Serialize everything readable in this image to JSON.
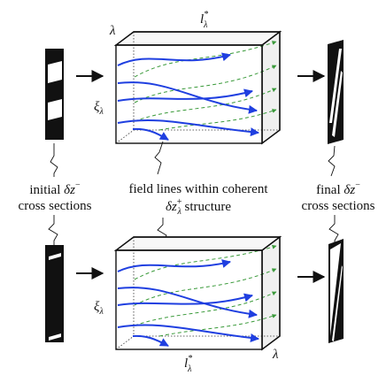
{
  "labels": {
    "initial_line1_text": "initial ",
    "initial_line1_sym": "δz",
    "initial_line1_sup": "−",
    "initial_line2": "cross sections",
    "field_line1": "field lines within coherent",
    "field_line2_sym": "δz",
    "field_line2_sup": "+",
    "field_line2_sub": "λ",
    "field_line2_text": " structure",
    "final_line1_text": "final ",
    "final_line1_sym": "δz",
    "final_line1_sup": "−",
    "final_line2": "cross sections"
  },
  "symbols": {
    "top_lambda": "λ",
    "top_l_main": "l",
    "top_l_sup": "*",
    "top_l_sub": "λ",
    "top_xi_main": "ξ",
    "top_xi_sub": "λ",
    "bottom_lambda": "λ",
    "bottom_l_main": "l",
    "bottom_l_sup": "*",
    "bottom_l_sub": "λ",
    "bottom_xi_main": "ξ",
    "bottom_xi_sub": "λ"
  },
  "colors": {
    "field_lines_blue": "#1f3fe0",
    "field_lines_green": "#3a9a3a",
    "stroke": "#111111"
  }
}
